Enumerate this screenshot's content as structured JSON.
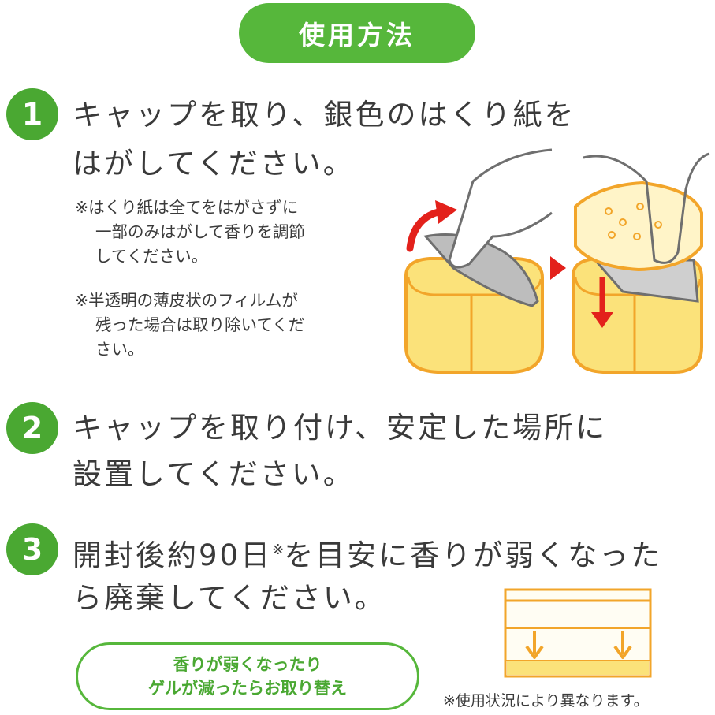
{
  "title": "使用方法",
  "steps": [
    {
      "number": "1",
      "lines": [
        "キャップを取り、銀色のはくり紙を",
        "はがしてください。"
      ],
      "notes": [
        [
          "※はくり紙は全てをはがさずに",
          "一部のみはがして香りを調節",
          "してください。"
        ],
        [
          "※半透明の薄皮状のフィルムが",
          "残った場合は取り除いてくだ",
          "さい。"
        ]
      ]
    },
    {
      "number": "2",
      "lines": [
        "キャップを取り付け、安定した場所に",
        "設置してください。"
      ]
    },
    {
      "number": "3",
      "line1_before": "開封後約90日",
      "line1_mark": "※",
      "line1_after": "を目安に香りが弱くなった",
      "line2": "ら廃棄してください。"
    }
  ],
  "replace_badge": [
    "香りが弱くなったり",
    "ゲルが減ったらお取り替え"
  ],
  "footnote": "※使用状況により異なります。",
  "colors": {
    "green": "#56b73b",
    "number_green": "#4aa832",
    "container_yellow": "#fbe27a",
    "container_orange": "#f2a52a",
    "arrow_red": "#e3211b",
    "arrow_orange": "#f2a52a"
  },
  "icons": [
    "curved-arrow-icon",
    "hand-icon",
    "triangle-arrow-icon",
    "down-arrow-icon"
  ]
}
